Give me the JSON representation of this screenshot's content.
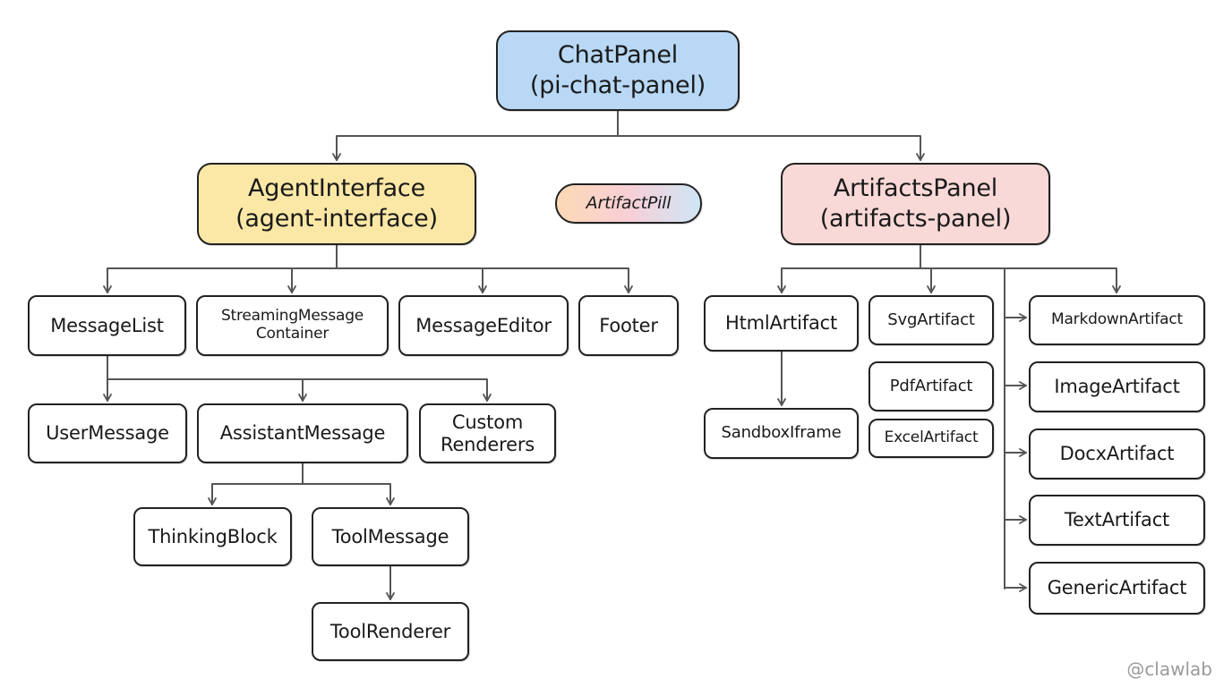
{
  "colors": {
    "root_fill": "#b8d8f5",
    "agent_fill": "#fbe8a6",
    "artifacts_fill": "#f9d9d7",
    "pill_gradient": [
      "#fcd9b5",
      "#f8cfd6",
      "#cfe6f5"
    ],
    "edge": "#555555",
    "border": "#222222"
  },
  "nodes": {
    "chat_panel": "ChatPanel\n(pi-chat-panel)",
    "agent_interface": "AgentInterface\n(agent-interface)",
    "artifact_pill": "ArtifactPill",
    "artifacts_panel": "ArtifactsPanel\n(artifacts-panel)",
    "message_list": "MessageList",
    "streaming_message_container": "StreamingMessage\nContainer",
    "message_editor": "MessageEditor",
    "footer": "Footer",
    "user_message": "UserMessage",
    "assistant_message": "AssistantMessage",
    "custom_renderers": "Custom\nRenderers",
    "thinking_block": "ThinkingBlock",
    "tool_message": "ToolMessage",
    "tool_renderer": "ToolRenderer",
    "html_artifact": "HtmlArtifact",
    "sandbox_iframe": "SandboxIframe",
    "svg_artifact": "SvgArtifact",
    "pdf_artifact": "PdfArtifact",
    "excel_artifact": "ExcelArtifact",
    "markdown_artifact": "MarkdownArtifact",
    "image_artifact": "ImageArtifact",
    "docx_artifact": "DocxArtifact",
    "text_artifact": "TextArtifact",
    "generic_artifact": "GenericArtifact"
  },
  "watermark": "@clawlab"
}
